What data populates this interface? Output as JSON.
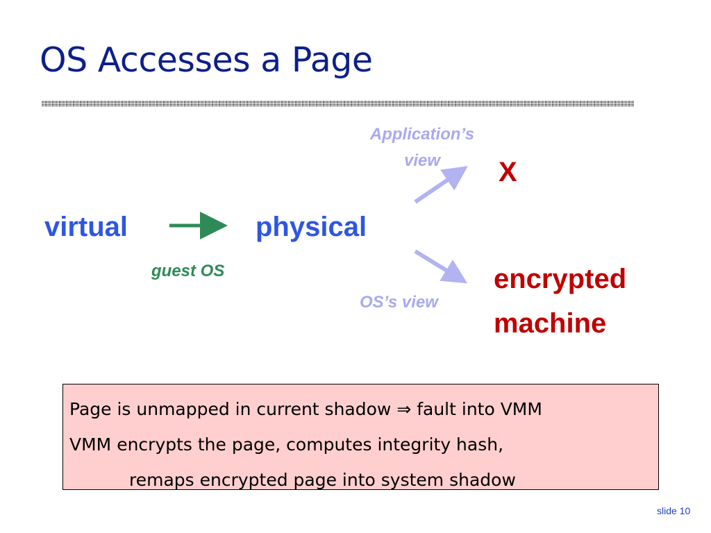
{
  "slide": {
    "title": "OS Accesses a Page",
    "footer_slide_label": "slide 10"
  },
  "diagram": {
    "virtual_label": "virtual",
    "physical_label": "physical",
    "guest_os_label": "guest OS",
    "app_view_line1": "Application’s",
    "app_view_line2": "view",
    "x_label": "X",
    "os_view_label": "OS’s view",
    "encrypted_line1": "encrypted",
    "encrypted_line2": "machine",
    "colors": {
      "virtual_physical": "#2f56e0",
      "guest_arrow": "#2e8b57",
      "view_arrows": "#b3b3f2",
      "result_text": "#c00000"
    }
  },
  "note_box": {
    "line1_before": "Page is unmapped in current shadow ",
    "line1_symbol": "⇒",
    "line1_after": " fault into VMM",
    "line2": "VMM encrypts the page, computes integrity hash,",
    "line3": "remaps encrypted page into system shadow",
    "background": "#ffcfcf"
  }
}
